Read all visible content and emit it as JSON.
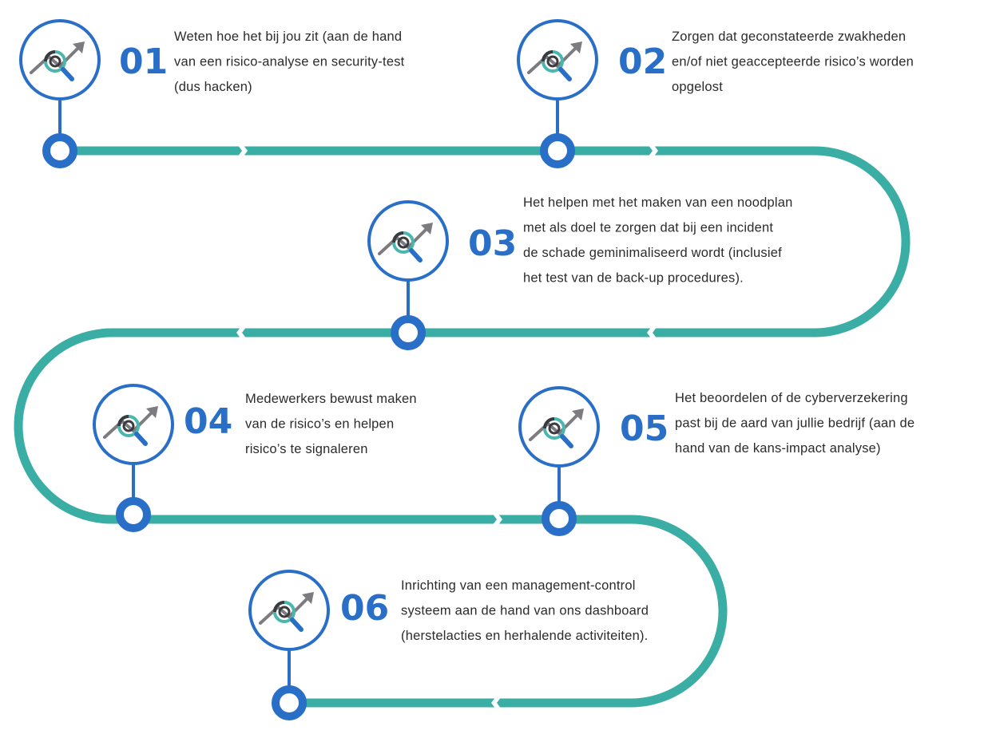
{
  "colors": {
    "path": "#3aada4",
    "accent": "#2a6fc7",
    "text": "#2b2b2b",
    "icon_gray": "#7b7b80",
    "icon_teal": "#4bb6ad",
    "icon_dark": "#3a3a3f"
  },
  "icon_name": "risk-analysis-magnifier-icon",
  "steps": [
    {
      "number": "01",
      "lines": [
        "Weten hoe het bij jou zit (aan de hand",
        "van een risico-analyse en security-test",
        "(dus hacken)"
      ]
    },
    {
      "number": "02",
      "lines": [
        "Zorgen dat geconstateerde zwakheden",
        "en/of niet geaccepteerde risico’s worden",
        "opgelost"
      ]
    },
    {
      "number": "03",
      "lines": [
        "Het helpen met het maken van een noodplan",
        "met als doel te zorgen dat bij een incident",
        "de schade geminimaliseerd wordt (inclusief",
        "het test van de back-up procedures)."
      ]
    },
    {
      "number": "04",
      "lines": [
        "Medewerkers bewust maken",
        "van de risico’s en helpen",
        "risico’s te signaleren"
      ]
    },
    {
      "number": "05",
      "lines": [
        "Het beoordelen of de cyberverzekering",
        "past bij de aard van jullie bedrijf (aan de",
        "hand van de kans-impact analyse)"
      ]
    },
    {
      "number": "06",
      "lines": [
        "Inrichting van een management-control",
        "systeem aan de hand van ons dashboard",
        "(herstelacties en herhalende activiteiten)."
      ]
    }
  ]
}
